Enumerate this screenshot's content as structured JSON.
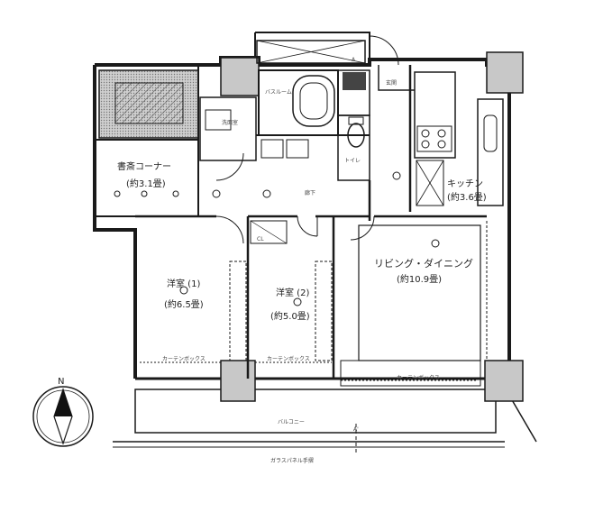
{
  "rooms": {
    "storage": {
      "name": "書斎コーナー",
      "size": "(約3.1畳)"
    },
    "western1": {
      "name": "洋室 (1)",
      "size": "(約6.5畳)"
    },
    "western2": {
      "name": "洋室 (2)",
      "size": "(約5.0畳)"
    },
    "living": {
      "name": "リビング・ダイニング",
      "size": "(約10.9畳)"
    },
    "kitchen": {
      "name": "キッチン",
      "size": "(約3.6畳)"
    },
    "bathroom": {
      "name": "バスルーム"
    },
    "washroom": {
      "name": "洗面室"
    },
    "toilet": {
      "name": "トイレ"
    },
    "hallway": {
      "name": "廊下"
    },
    "entrance": {
      "name": "玄関"
    },
    "balcony": {
      "name": "バルコニー"
    }
  },
  "notes": {
    "curtain_box": "カーテンボックス",
    "closet_cl": "CL",
    "glass_railing": "ガラスパネル手摺",
    "point_a": "A",
    "point_a_prime": "A'",
    "north": "N"
  },
  "colors": {
    "line": "#1a1a1a",
    "hatch": "#555555",
    "wall_fill": "#d9d9d9"
  }
}
